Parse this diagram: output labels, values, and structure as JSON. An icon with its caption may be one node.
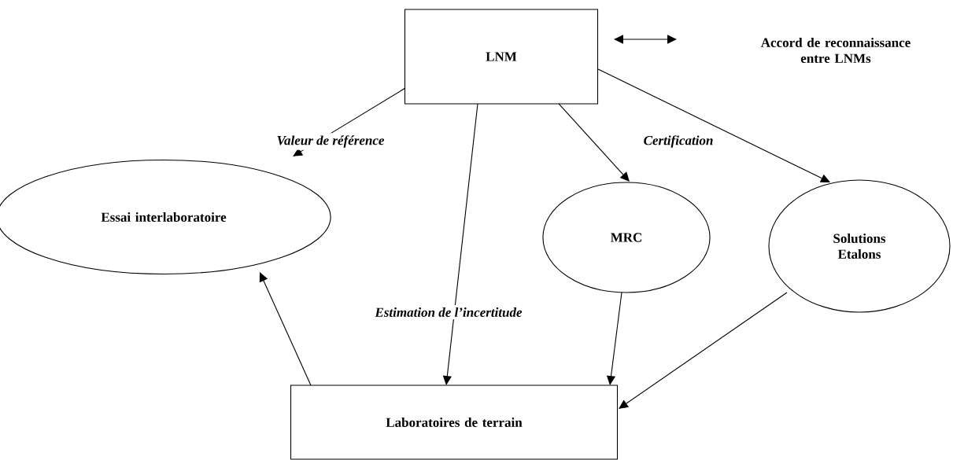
{
  "diagram": {
    "nodes": [
      {
        "text": [
          "LNM"
        ]
      },
      {
        "text": [
          "Essai interlaboratoire"
        ]
      },
      {
        "text": [
          "MRC"
        ]
      },
      {
        "text": [
          "Solutions Etalons"
        ]
      },
      {
        "text": [
          "Laboratoires de terrain"
        ]
      }
    ],
    "edges": [
      {
        "from": 0,
        "to": 1,
        "arrow": "to",
        "label": "Valeur de référence"
      },
      {
        "from": 0,
        "to": 4,
        "arrow": "to",
        "label": "Estimation de l’incertitude"
      },
      {
        "from": 0,
        "to": 2,
        "arrow": "to"
      },
      {
        "from": 0,
        "to": 3,
        "arrow": "to",
        "label": "Certification"
      },
      {
        "from": 2,
        "to": 4,
        "arrow": "to"
      },
      {
        "from": 3,
        "to": 4,
        "arrow": "to"
      },
      {
        "from": 4,
        "to": 1,
        "arrow": "to"
      }
    ],
    "legend": [
      {
        "text": "Accord de reconnaissance entre LNMs"
      }
    ]
  }
}
